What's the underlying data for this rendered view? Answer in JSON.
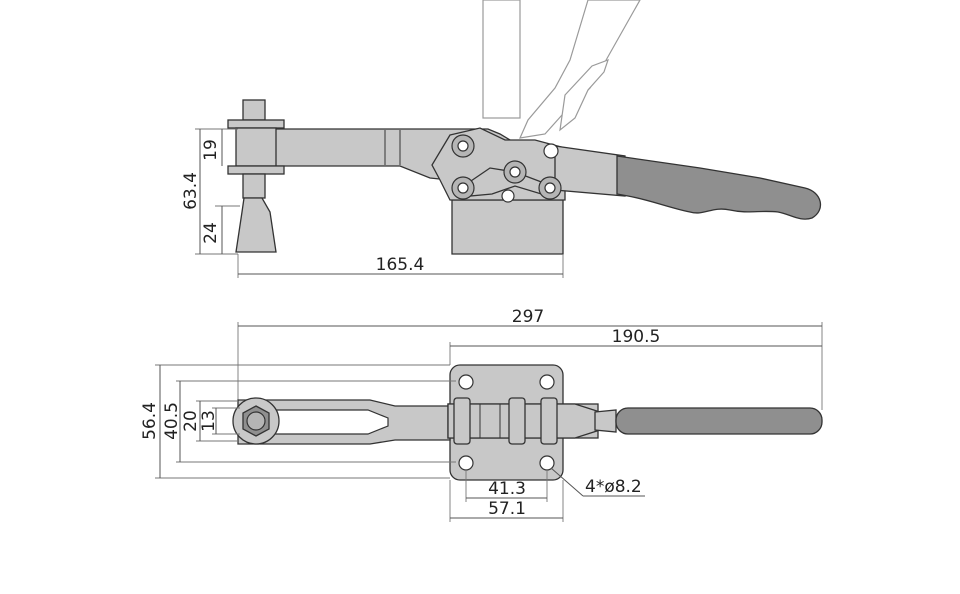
{
  "side_view": {
    "dims": {
      "height_total": "63.4",
      "top_offset": "19",
      "spindle_tip": "24",
      "length": "165.4"
    }
  },
  "top_view": {
    "dims": {
      "overall_length": "297",
      "handle_length": "190.5",
      "width_outer": "56.4",
      "width_mid": "40.5",
      "width_slot": "20",
      "width_inner": "13",
      "hole_spacing": "41.3",
      "base_width": "57.1",
      "holes": "4*ø8.2"
    }
  }
}
